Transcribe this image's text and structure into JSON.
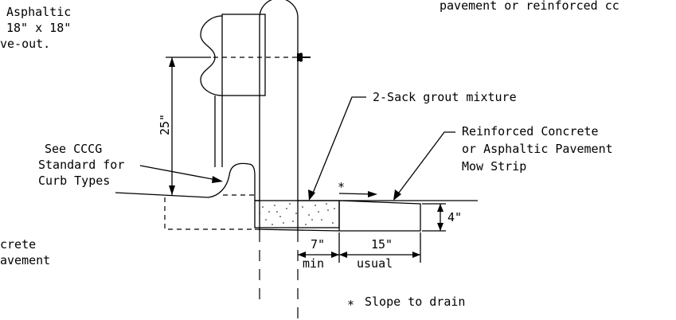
{
  "labels": {
    "top_left_line1": "Asphaltic",
    "top_left_line2": "18\" x 18\"",
    "top_left_line3": "ve-out.",
    "top_right": "pavement or reinforced cc",
    "grout": "2-Sack grout mixture",
    "mow_line1": "Reinforced Concrete",
    "mow_line2": "or Asphaltic Pavement",
    "mow_line3": "Mow Strip",
    "curb_line1": "See CCCG",
    "curb_line2": "Standard for",
    "curb_line3": "Curb Types",
    "bottom_left_line1": "crete",
    "bottom_left_line2": "avement",
    "slope_star": "*",
    "slope_note_star": "*",
    "slope_note": "Slope to drain"
  },
  "dimensions": {
    "height_post": "25\"",
    "thickness": "4\"",
    "grout_width": "7\"",
    "grout_width_note": "min",
    "mow_width": "15\"",
    "mow_width_note": "usual"
  }
}
